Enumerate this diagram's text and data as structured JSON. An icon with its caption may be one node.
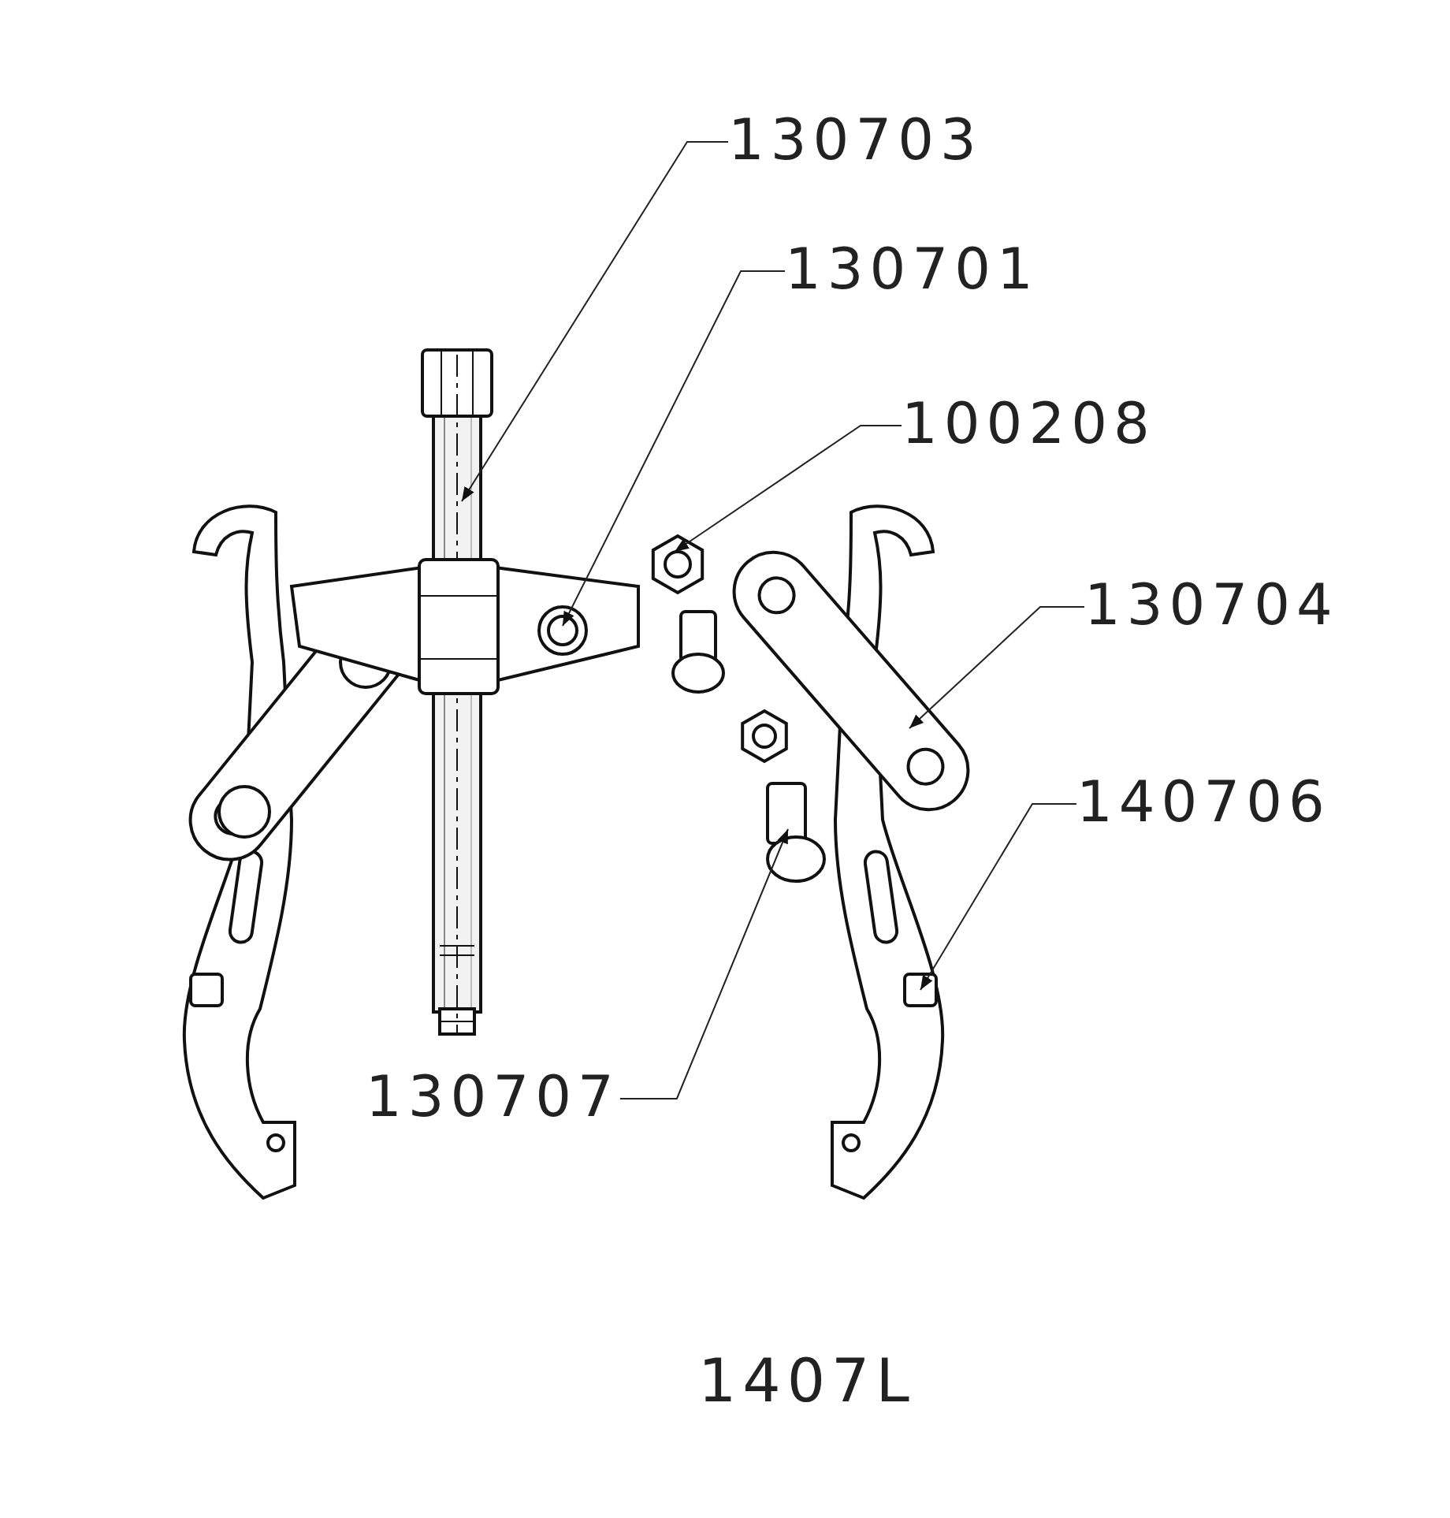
{
  "diagram": {
    "nodes": [
      {
        "text": [
          "130703"
        ]
      },
      {
        "text": [
          "130701"
        ]
      },
      {
        "text": [
          "100208"
        ]
      },
      {
        "text": [
          "130704"
        ]
      },
      {
        "text": [
          "140706"
        ]
      },
      {
        "text": [
          "130707"
        ]
      },
      {
        "text": [],
        "shape": "picture"
      },
      {
        "text": [],
        "shape": "picture"
      },
      {
        "text": [],
        "shape": "picture"
      },
      {
        "text": [],
        "shape": "picture"
      },
      {
        "text": [],
        "shape": "picture"
      },
      {
        "text": [],
        "shape": "picture"
      }
    ],
    "edges": [
      {
        "from": 0,
        "to": 6,
        "arrow": "to"
      },
      {
        "from": 1,
        "to": 7,
        "arrow": "to"
      },
      {
        "from": 2,
        "to": 8,
        "arrow": "to"
      },
      {
        "from": 3,
        "to": 9,
        "arrow": "to"
      },
      {
        "from": 4,
        "to": 10,
        "arrow": "to"
      },
      {
        "from": 5,
        "to": 11,
        "arrow": "to"
      }
    ],
    "labels": [
      "1407L"
    ]
  }
}
